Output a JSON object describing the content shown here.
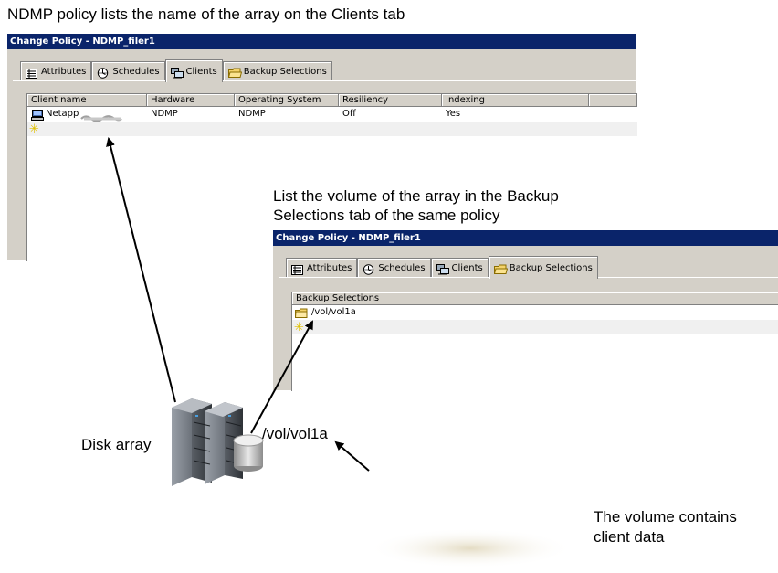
{
  "captions": {
    "top": "NDMP policy lists the name of the array on the Clients tab",
    "middle_line1": "List the volume of the array in the Backup",
    "middle_line2": "Selections tab of the same policy",
    "disk_array": "Disk array",
    "volume": "/vol/vol1a",
    "clients_line1": "The volume contains",
    "clients_line2": "client data"
  },
  "window1": {
    "title": "Change Policy - NDMP_filer1",
    "tabs": [
      {
        "label": "Attributes",
        "icon": "attributes-icon"
      },
      {
        "label": "Schedules",
        "icon": "schedules-icon"
      },
      {
        "label": "Clients",
        "icon": "clients-icon",
        "active": true
      },
      {
        "label": "Backup Selections",
        "icon": "backup-selections-icon"
      }
    ],
    "columns": [
      "Client name",
      "Hardware",
      "Operating System",
      "Resiliency",
      "Indexing"
    ],
    "rows": [
      {
        "client_name": "Netapp",
        "hardware": "NDMP",
        "os": "NDMP",
        "resiliency": "Off",
        "indexing": "Yes"
      }
    ]
  },
  "window2": {
    "title": "Change Policy - NDMP_filer1",
    "tabs": [
      {
        "label": "Attributes",
        "icon": "attributes-icon"
      },
      {
        "label": "Schedules",
        "icon": "schedules-icon"
      },
      {
        "label": "Clients",
        "icon": "clients-icon"
      },
      {
        "label": "Backup Selections",
        "icon": "backup-selections-icon",
        "active": true
      }
    ],
    "columns": [
      "Backup Selections"
    ],
    "rows": [
      "/vol/vol1a"
    ]
  },
  "colors": {
    "titlebar": "#0a246a",
    "dialog": "#d4d0c8",
    "arrow": "#000000"
  }
}
